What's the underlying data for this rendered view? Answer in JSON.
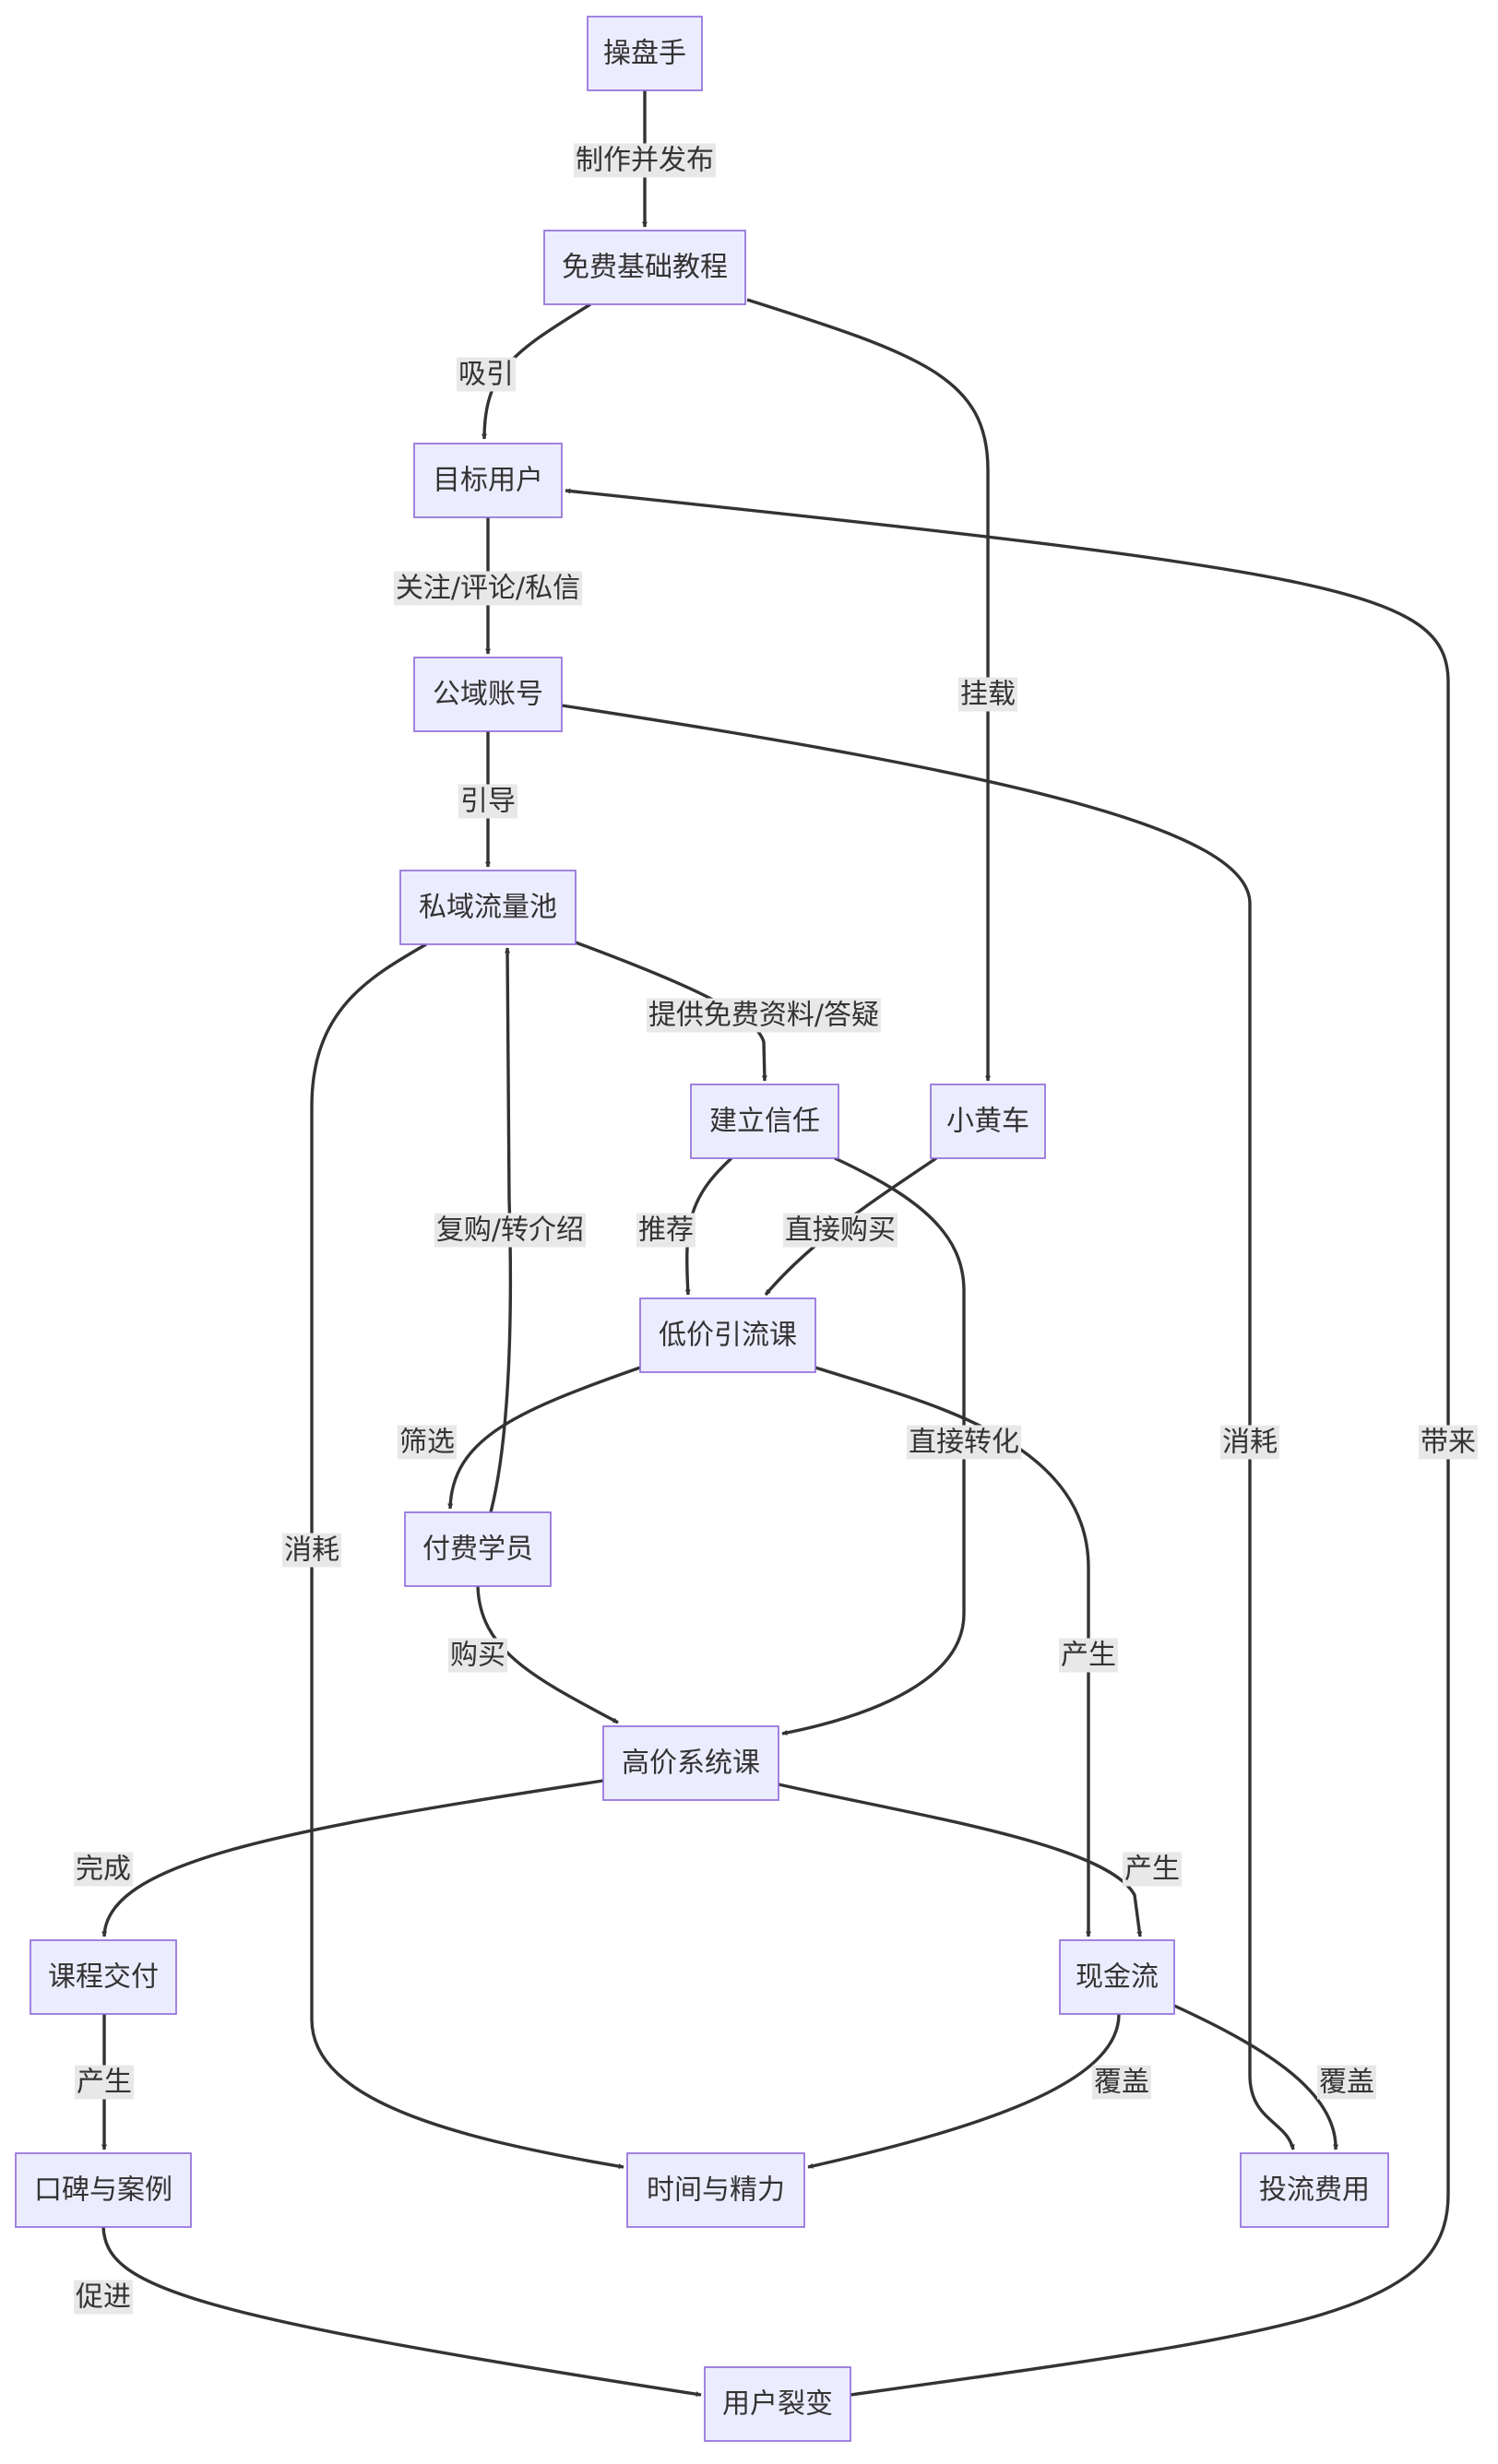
{
  "nodes": [
    {
      "id": "trader",
      "label": "操盘手"
    },
    {
      "id": "free_tutorial",
      "label": "免费基础教程"
    },
    {
      "id": "target_users",
      "label": "目标用户"
    },
    {
      "id": "public_account",
      "label": "公域账号"
    },
    {
      "id": "private_pool",
      "label": "私域流量池"
    },
    {
      "id": "build_trust",
      "label": "建立信任"
    },
    {
      "id": "yellow_cart",
      "label": "小黄车"
    },
    {
      "id": "low_price_course",
      "label": "低价引流课"
    },
    {
      "id": "paid_students",
      "label": "付费学员"
    },
    {
      "id": "high_price_course",
      "label": "高价系统课"
    },
    {
      "id": "course_delivery",
      "label": "课程交付"
    },
    {
      "id": "cash_flow",
      "label": "现金流"
    },
    {
      "id": "reputation",
      "label": "口碑与案例"
    },
    {
      "id": "time_energy",
      "label": "时间与精力"
    },
    {
      "id": "ad_cost",
      "label": "投流费用"
    },
    {
      "id": "user_fission",
      "label": "用户裂变"
    }
  ],
  "edges": [
    {
      "from": "trader",
      "to": "free_tutorial",
      "label": "制作并发布"
    },
    {
      "from": "free_tutorial",
      "to": "target_users",
      "label": "吸引"
    },
    {
      "from": "free_tutorial",
      "to": "yellow_cart",
      "label": "挂载"
    },
    {
      "from": "target_users",
      "to": "public_account",
      "label": "关注/评论/私信"
    },
    {
      "from": "public_account",
      "to": "private_pool",
      "label": "引导"
    },
    {
      "from": "public_account",
      "to": "ad_cost",
      "label": "消耗"
    },
    {
      "from": "private_pool",
      "to": "build_trust",
      "label": "提供免费资料/答疑"
    },
    {
      "from": "private_pool",
      "to": "time_energy",
      "label": "消耗"
    },
    {
      "from": "build_trust",
      "to": "low_price_course",
      "label": "推荐"
    },
    {
      "from": "build_trust",
      "to": "high_price_course",
      "label": "直接转化"
    },
    {
      "from": "yellow_cart",
      "to": "low_price_course",
      "label": "直接购买"
    },
    {
      "from": "low_price_course",
      "to": "paid_students",
      "label": "筛选"
    },
    {
      "from": "low_price_course",
      "to": "cash_flow",
      "label": "产生"
    },
    {
      "from": "paid_students",
      "to": "private_pool",
      "label": "复购/转介绍"
    },
    {
      "from": "paid_students",
      "to": "high_price_course",
      "label": "购买"
    },
    {
      "from": "high_price_course",
      "to": "course_delivery",
      "label": "完成"
    },
    {
      "from": "high_price_course",
      "to": "cash_flow",
      "label": "产生"
    },
    {
      "from": "course_delivery",
      "to": "reputation",
      "label": "产生"
    },
    {
      "from": "cash_flow",
      "to": "time_energy",
      "label": "覆盖"
    },
    {
      "from": "cash_flow",
      "to": "ad_cost",
      "label": "覆盖"
    },
    {
      "from": "reputation",
      "to": "user_fission",
      "label": "促进"
    },
    {
      "from": "user_fission",
      "to": "target_users",
      "label": "带来"
    }
  ]
}
